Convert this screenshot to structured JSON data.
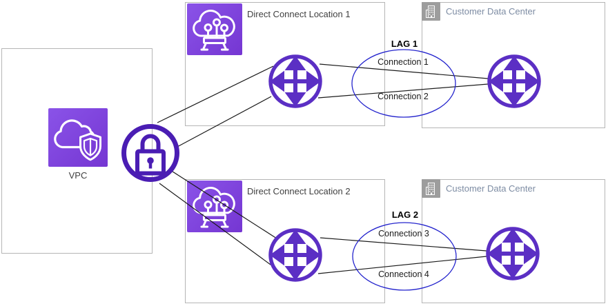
{
  "diagram": {
    "vpc": {
      "label": "VPC"
    },
    "locations": [
      {
        "title": "Direct Connect Location 1"
      },
      {
        "title": "Direct Connect Location 2"
      }
    ],
    "data_centers": [
      {
        "title": "Customer Data Center"
      },
      {
        "title": "Customer Data Center"
      }
    ],
    "lags": [
      {
        "label": "LAG 1",
        "connections": [
          "Connection 1",
          "Connection 2"
        ]
      },
      {
        "label": "LAG 2",
        "connections": [
          "Connection 3",
          "Connection 4"
        ]
      }
    ],
    "icons": {
      "vpc": "vpc-cloud-shield-icon",
      "direct_connect": "direct-connect-icon",
      "gateway": "lock-icon",
      "router": "router-icon",
      "data_center": "building-icon"
    },
    "colors": {
      "icon_gradient_start": "#8a53e8",
      "icon_gradient_end": "#7536d2",
      "router_purple": "#5b2fc4",
      "lock_purple": "#4a1db3",
      "lag_ellipse_blue": "#2424cd",
      "box_border_gray": "#b5b5b5",
      "cdc_title_gray_blue": "#7d8ca3",
      "building_gray": "#9d9d9d",
      "connection_line": "#1a1a1a"
    }
  }
}
